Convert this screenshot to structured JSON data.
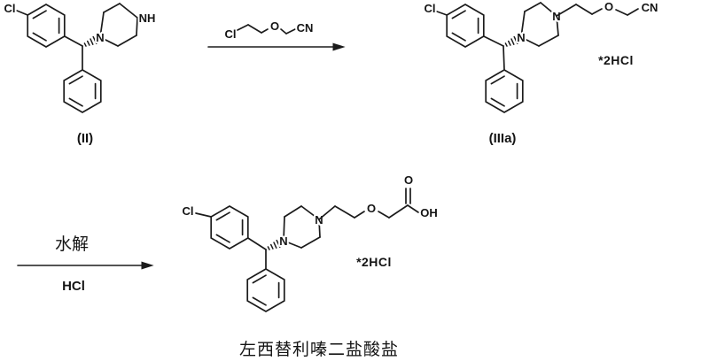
{
  "page": {
    "background": "#ffffff",
    "ink": "#1b1b1b"
  },
  "atoms": {
    "cl": "Cl",
    "n": "N",
    "nh": "NH",
    "o": "O",
    "cn": "CN",
    "oh": "OH"
  },
  "compound_ii": {
    "label": "(II)"
  },
  "compound_iiia": {
    "label": "(IIIa)",
    "salt": "*2HCl"
  },
  "step2": {
    "condition_above": "水解",
    "condition_below": "HCl"
  },
  "product": {
    "salt": "*2HCl",
    "name": "左西替利嗪二盐酸盐"
  }
}
